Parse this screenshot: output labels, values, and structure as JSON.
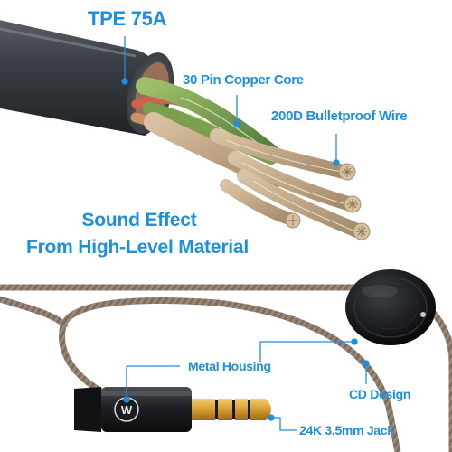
{
  "labels": {
    "tpe": "TPE 75A",
    "copper_core": "30 Pin  Copper Core",
    "bulletproof_wire": "200D Bulletproof Wire",
    "metal_housing": "Metal Housing",
    "cd_design": "CD Design",
    "jack": "24K 3.5mm Jack"
  },
  "headline": {
    "line1": "Sound Effect",
    "line2": "From High-Level Material"
  },
  "logo": "W",
  "colors": {
    "label_blue": "#1e8fdf",
    "cable_jacket": "#3a3f45",
    "braided_cable": "#8a7a6c",
    "gold_tip": "#d9a63c"
  }
}
